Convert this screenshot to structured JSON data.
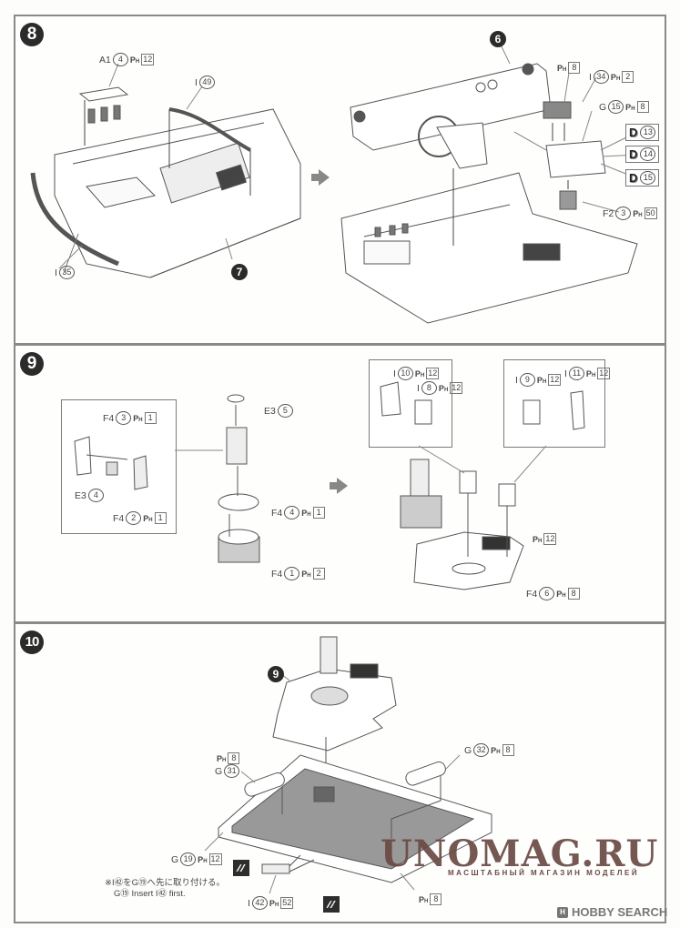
{
  "steps": [
    {
      "number": "8",
      "labels": {
        "a1": {
          "part": "A1",
          "num": "4",
          "paint": "12"
        },
        "i49": {
          "part": "I",
          "num": "49"
        },
        "i35": {
          "part": "I",
          "num": "35"
        },
        "ref7": "7",
        "ref6": "6",
        "ph8": {
          "paint": "8"
        },
        "i34": {
          "part": "I",
          "num": "34",
          "paint": "2"
        },
        "g15": {
          "part": "G",
          "num": "15",
          "paint": "8"
        },
        "f2": {
          "part": "F2",
          "num": "3",
          "paint": "50"
        }
      },
      "decals": [
        {
          "letter": "D",
          "num": "13"
        },
        {
          "letter": "D",
          "num": "14"
        },
        {
          "letter": "D",
          "num": "15"
        }
      ]
    },
    {
      "number": "9",
      "labels": {
        "f4_3": {
          "part": "F4",
          "num": "3",
          "paint": "1"
        },
        "e3_4": {
          "part": "E3",
          "num": "4"
        },
        "f4_2": {
          "part": "F4",
          "num": "2",
          "paint": "1"
        },
        "e3_5": {
          "part": "E3",
          "num": "5"
        },
        "f4_4": {
          "part": "F4",
          "num": "4",
          "paint": "1"
        },
        "f4_1": {
          "part": "F4",
          "num": "1",
          "paint": "2"
        },
        "i10": {
          "part": "I",
          "num": "10",
          "paint": "12"
        },
        "i8": {
          "part": "I",
          "num": "8",
          "paint": "12"
        },
        "i9": {
          "part": "I",
          "num": "9",
          "paint": "12"
        },
        "i11": {
          "part": "I",
          "num": "11",
          "paint": "12"
        },
        "ph12": {
          "paint": "12"
        },
        "f4_6": {
          "part": "F4",
          "num": "6",
          "paint": "8"
        }
      }
    },
    {
      "number": "10",
      "labels": {
        "ref9": "9",
        "ph8a": {
          "paint": "8"
        },
        "g31": {
          "part": "G",
          "num": "31"
        },
        "g32": {
          "part": "G",
          "num": "32",
          "paint": "8"
        },
        "g19": {
          "part": "G",
          "num": "19",
          "paint": "12"
        },
        "i42": {
          "part": "I",
          "num": "42",
          "paint": "52"
        },
        "ph8b": {
          "paint": "8"
        }
      },
      "note_jp": "※I㊷をG⑲へ先に取り付ける。",
      "note_en": "G⑲ Insert I㊷ first."
    }
  ],
  "paint_prefix": "P",
  "paint_sub": "H",
  "watermark": {
    "title": "UNOMAG.RU",
    "subtitle": "МАСШТАБНЫЙ МАГАЗИН МОДЕЛЕЙ"
  },
  "credit": {
    "logo": "H",
    "text": "HOBBY SEARCH"
  }
}
